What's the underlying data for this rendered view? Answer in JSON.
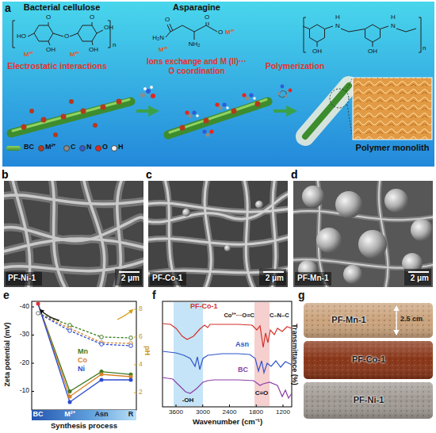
{
  "diagram": {
    "nodes": [
      {
        "text": [
          "b",
          "PF-Ni-1",
          "2 μm"
        ]
      },
      {
        "text": [
          "c",
          "PF-Co-1",
          "2 μm"
        ]
      },
      {
        "text": [
          "d",
          "PF-Mn-1",
          "2 μm"
        ]
      },
      {
        "text": [
          "BC",
          "M²⁺",
          "Asn",
          "R"
        ]
      },
      {
        "text": [
          "PF-Mn-1"
        ]
      },
      {
        "text": [
          "PF-Co-1"
        ]
      },
      {
        "text": [
          "PF-Ni-1"
        ]
      }
    ],
    "labels": [
      "a",
      "Bacterial cellulose",
      "Asparagine",
      "HO",
      "OH",
      "O",
      "O",
      "O",
      "OH",
      "OH",
      "n",
      "M²⁺",
      "M²⁺",
      "O",
      "H₂N",
      "NH₂",
      "O",
      "O",
      "M²⁺",
      "M²⁺",
      "N",
      "H",
      "N",
      "H",
      "OH",
      "OH",
      "n",
      "Electrostatic interactions",
      "Ions exchange and M (II)··· O coordination",
      "Polymerization",
      "Polymer monolith",
      "e",
      "Zeta potential (mV)",
      "pH",
      "-40",
      "-30",
      "-20",
      "-10",
      "8",
      "6",
      "4",
      "2",
      "Mn",
      "Co",
      "Ni",
      "Synthesis process",
      "f",
      "PF-Co-1",
      "Co²⁺···O=C",
      "C–N–C",
      "Asn",
      "C=O",
      "BC",
      "-OH",
      "3600",
      "3000",
      "2400",
      "1800",
      "1200",
      "Wavenumber (cm⁻¹)",
      "Transmittance (%)",
      "g",
      "2.5 cm"
    ],
    "legend": [
      {
        "text": "BC"
      },
      {
        "text": "M²⁺",
        "color": "#b5391f"
      },
      {
        "text": "C",
        "color": "#8c8c8c"
      },
      {
        "text": "N",
        "color": "#2f5bd8"
      },
      {
        "text": "O",
        "color": "#e8261c"
      },
      {
        "text": "H",
        "color": "#f2f2f2"
      }
    ]
  }
}
